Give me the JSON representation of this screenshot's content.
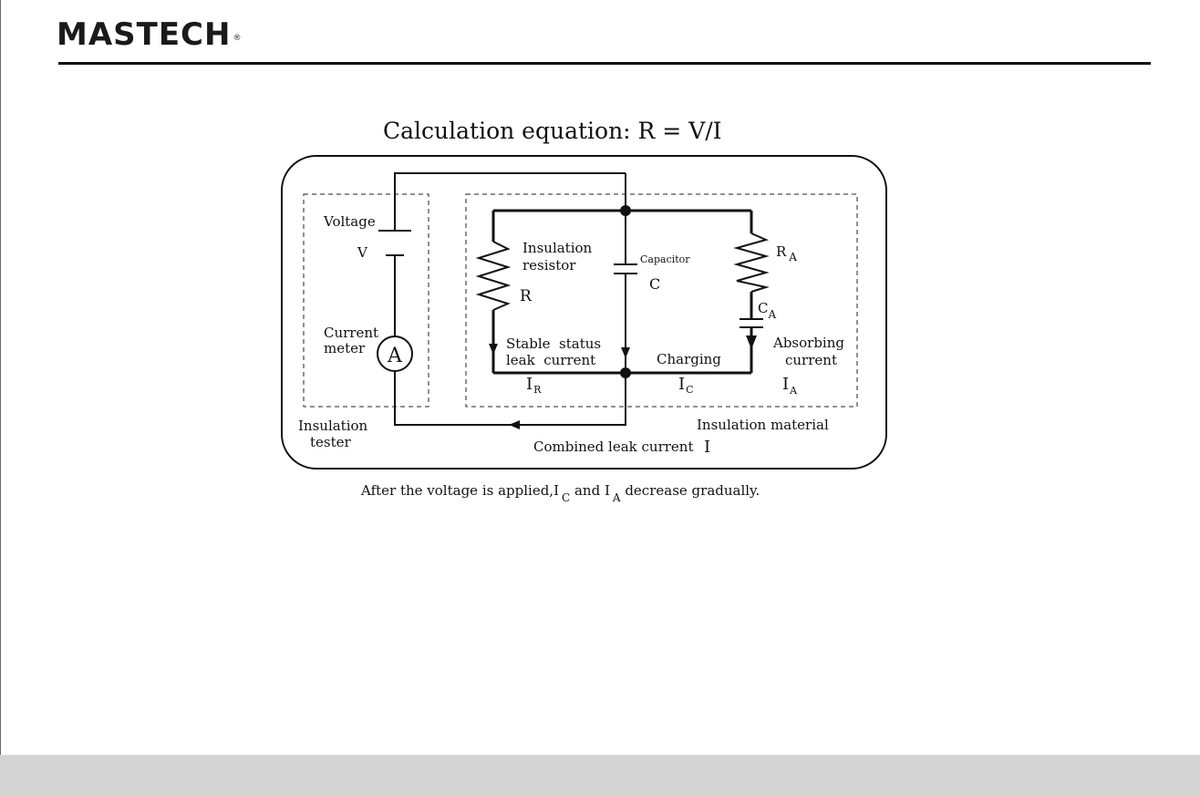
{
  "brand": {
    "name": "MASTECH",
    "registered": "®"
  },
  "diagram": {
    "title": "Calculation equation: R = V/I",
    "tester": {
      "voltage_label": "Voltage",
      "voltage_symbol": "V",
      "meter_label_1": "Current",
      "meter_label_2": "meter",
      "ammeter_symbol": "A",
      "group_label_1": "Insulation",
      "group_label_2": "tester"
    },
    "material": {
      "group_label": "Insulation material",
      "resistor_label_1": "Insulation",
      "resistor_label_2": "resistor",
      "resistor_symbol": "R",
      "capacitor_label": "Capacitor",
      "capacitor_symbol": "C",
      "ra_symbol": "R",
      "ra_sub": "A",
      "ca_symbol": "C",
      "ca_sub": "A",
      "leak_label_1": "Stable  status",
      "leak_label_2": "leak  current",
      "charging_label": "Charging",
      "absorbing_label_1": "Absorbing",
      "absorbing_label_2": "current",
      "ir_symbol": "I",
      "ir_sub": "R",
      "ic_symbol": "I",
      "ic_sub": "C",
      "ia_symbol": "I",
      "ia_sub": "A"
    },
    "combined_label": "Combined leak current",
    "combined_symbol": "I",
    "caption": {
      "part1": "After the voltage is applied,",
      "ic": "I",
      "ic_sub": "C",
      "and": " and ",
      "ia": "I",
      "ia_sub": "A",
      "part2": " decrease gradually."
    }
  }
}
